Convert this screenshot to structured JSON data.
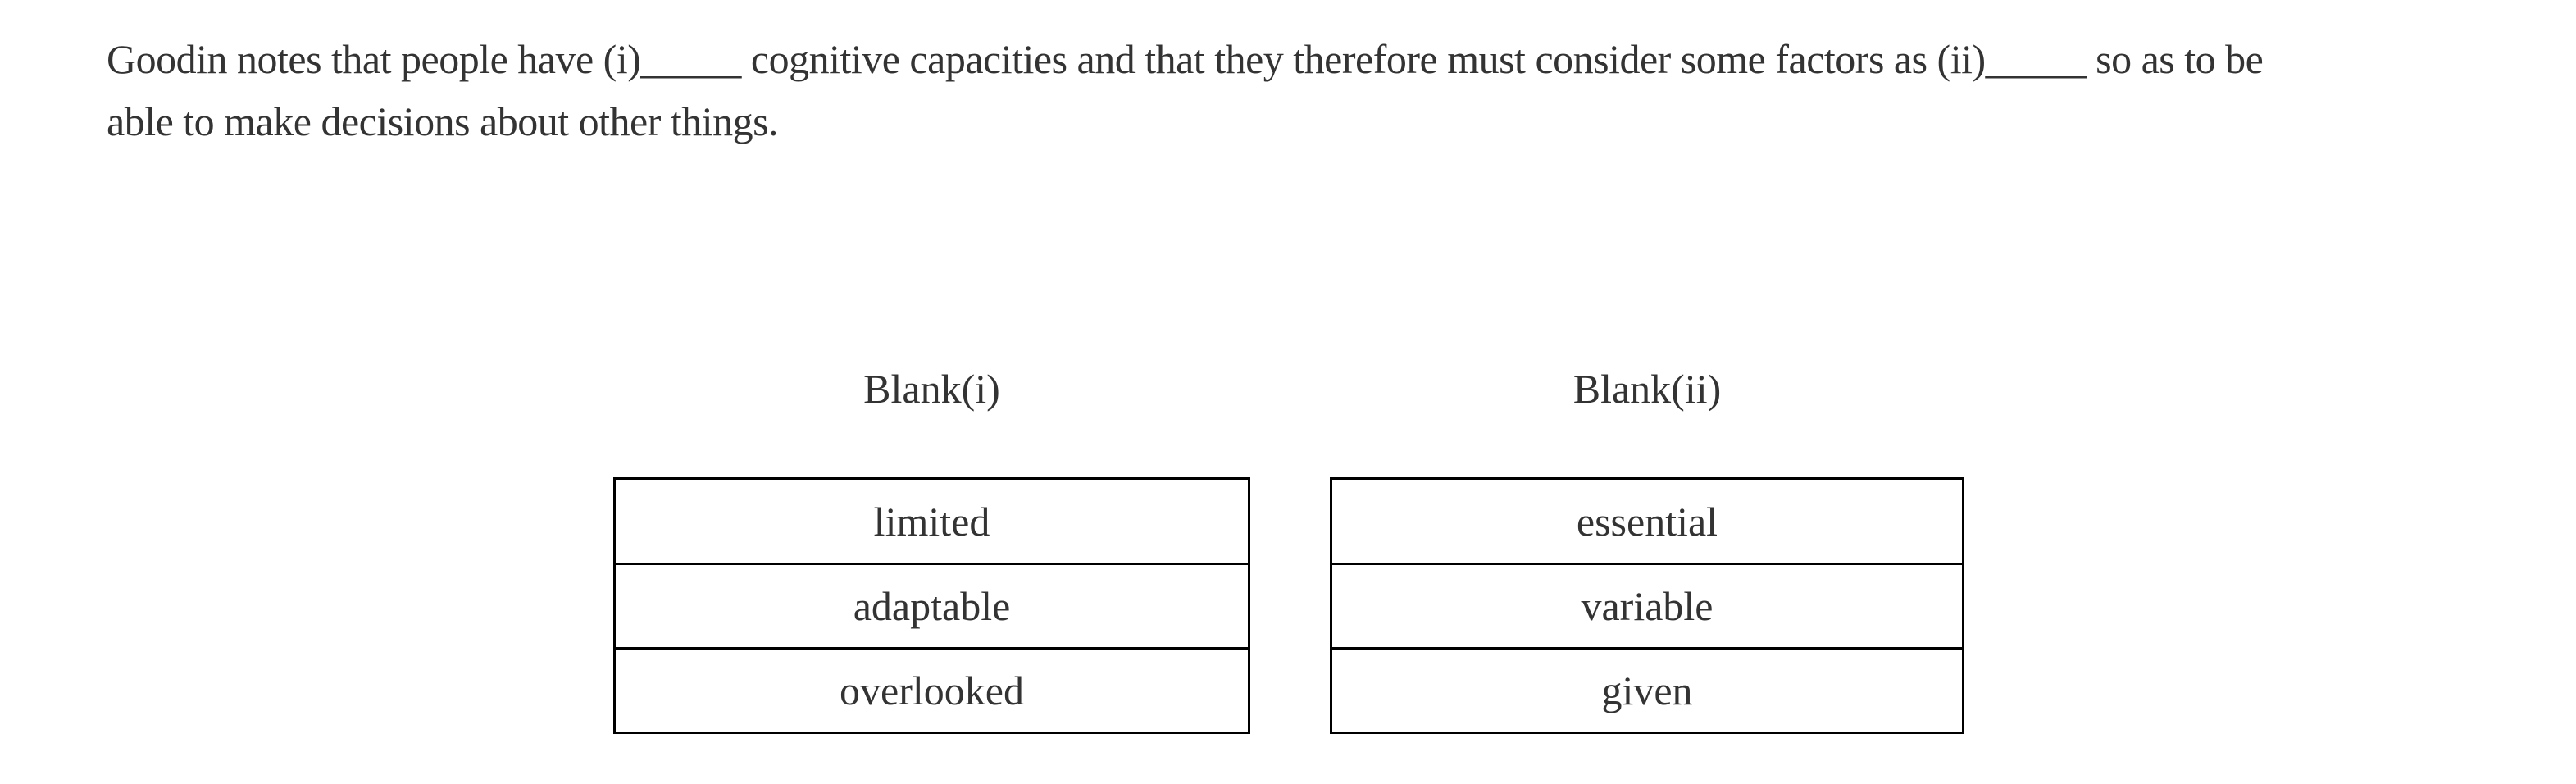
{
  "page": {
    "background_color": "#ffffff",
    "text_color": "#333333",
    "table_border_color": "#000000"
  },
  "passage": {
    "line1": "Goodin notes that people have (i)_____ cognitive capacities and that they therefore must consider some factors as (ii)_____ so as to be",
    "line2": "able to make decisions about other things."
  },
  "blanks": [
    {
      "label": "Blank(i)",
      "options": [
        "limited",
        "adaptable",
        "overlooked"
      ]
    },
    {
      "label": "Blank(ii)",
      "options": [
        "essential",
        "variable",
        "given"
      ]
    }
  ]
}
